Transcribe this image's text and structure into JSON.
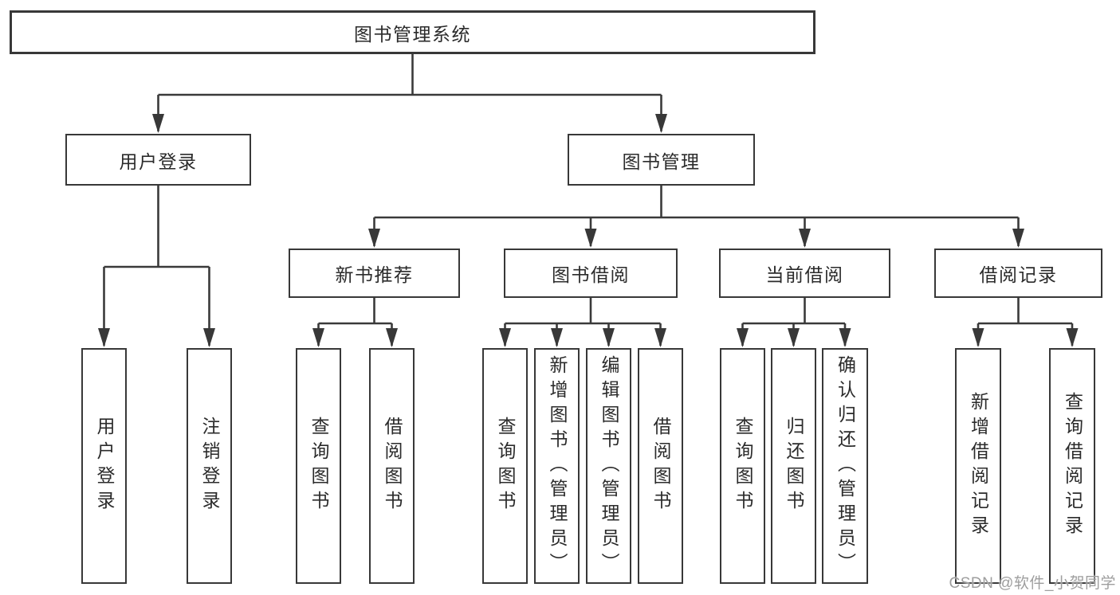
{
  "watermark": "CSDN @软件_小贺同学",
  "colors": {
    "line": "#3a3a3a",
    "border": "#383838",
    "text": "#2b2b2b",
    "watermark": "#9e9e9e",
    "background": "#ffffff"
  },
  "tree": {
    "root": "图书管理系统",
    "branches": [
      {
        "label": "用户登录",
        "children": [
          "用户登录",
          "注销登录"
        ]
      },
      {
        "label": "图书管理",
        "groups": [
          {
            "label": "新书推荐",
            "children": [
              "查询图书",
              "借阅图书"
            ]
          },
          {
            "label": "图书借阅",
            "children": [
              "查询图书",
              "新增图书（管理员）",
              "编辑图书（管理员）",
              "借阅图书"
            ]
          },
          {
            "label": "当前借阅",
            "children": [
              "查询图书",
              "归还图书",
              "确认归还（管理员）"
            ]
          },
          {
            "label": "借阅记录",
            "children": [
              "新增借阅记录",
              "查询借阅记录"
            ]
          }
        ]
      }
    ]
  }
}
